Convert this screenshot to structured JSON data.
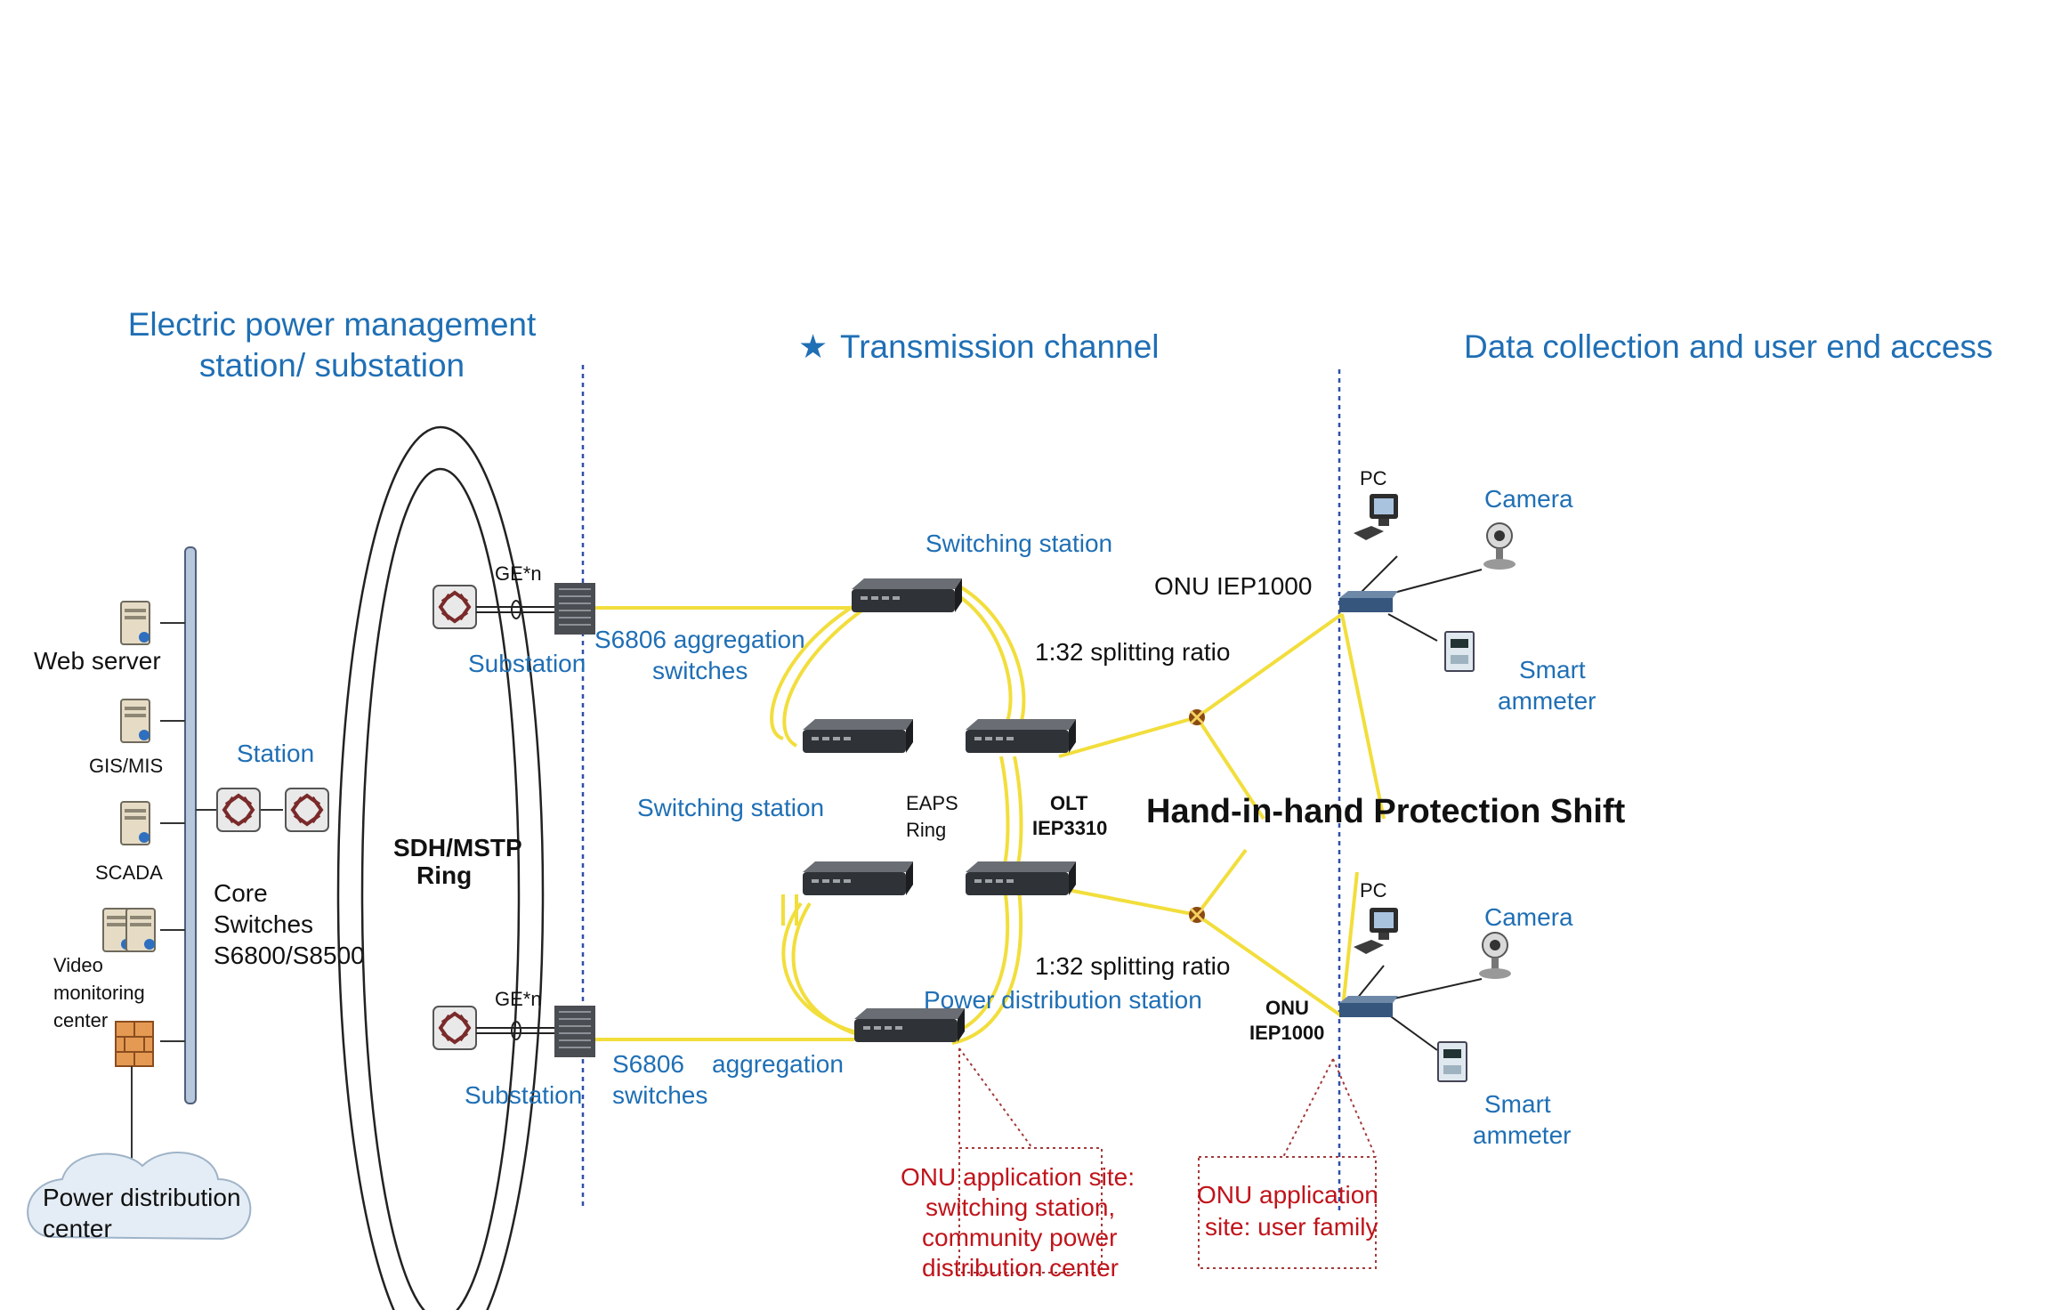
{
  "headings": {
    "left": [
      "Electric power management",
      "station/ substation"
    ],
    "center": "Transmission channel",
    "right": "Data collection and user end access"
  },
  "servers": {
    "web": "Web server",
    "gis": "GIS/MIS",
    "scada": "SCADA",
    "video": [
      "Video",
      "monitoring",
      "center"
    ]
  },
  "cloud_label": [
    "Power  distribution",
    "center"
  ],
  "station_label": "Station",
  "core_switches": [
    "Core",
    "Switches",
    "S6800/S8500"
  ],
  "ring_label": [
    "SDH/MSTP",
    "Ring"
  ],
  "ge_label": "GE*n",
  "substation_label": "Substation",
  "aggregation_top": [
    "S6806 aggregation",
    "switches"
  ],
  "aggregation_bottom": [
    "S6806",
    "aggregation",
    "switches"
  ],
  "switching_station_top": "Switching station",
  "switching_station_mid": "Switching station",
  "power_distribution_station": "Power distribution station",
  "eaps_ring": [
    "EAPS",
    "Ring"
  ],
  "olt": [
    "OLT",
    "IEP3310"
  ],
  "onu_top": "ONU IEP1000",
  "onu_bottom": [
    "ONU",
    "IEP1000"
  ],
  "splitting_ratio": "1:32 splitting ratio",
  "protection_shift": "Hand-in-hand Protection Shift",
  "pc": "PC",
  "camera": "Camera",
  "smart_ammeter": [
    "Smart",
    "ammeter"
  ],
  "onu_site_1": [
    "ONU application site:",
    "switching station,",
    "community power",
    "distribution center"
  ],
  "onu_site_2": [
    "ONU  application",
    "site: user family"
  ],
  "colors": {
    "label_blue": "#1f6fb5",
    "site_red": "#c0141b",
    "fiber_yellow": "#f2de3c"
  }
}
